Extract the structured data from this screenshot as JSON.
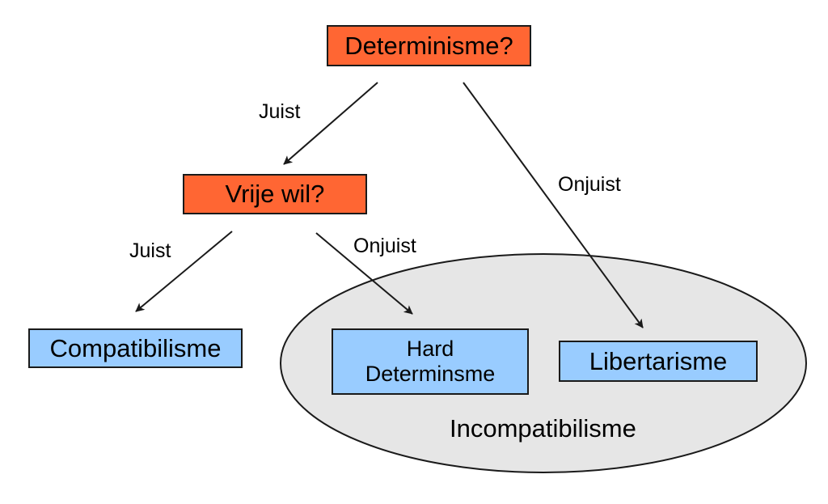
{
  "colors": {
    "question_fill": "#ff6633",
    "answer_fill": "#99ccff",
    "group_fill": "#e6e6e6",
    "stroke": "#1a1a1a"
  },
  "nodes": {
    "determinisme": "Determinisme?",
    "vrije_wil": "Vrije wil?",
    "compatibilisme": "Compatibilisme",
    "hard_determinisme_line1": "Hard",
    "hard_determinisme_line2": "Determinsme",
    "libertarisme": "Libertarisme"
  },
  "edges": {
    "determinisme_to_vrije_wil": "Juist",
    "determinisme_to_libertarisme": "Onjuist",
    "vrije_wil_to_compatibilisme": "Juist",
    "vrije_wil_to_hard_determinisme": "Onjuist"
  },
  "group": {
    "incompatibilisme": "Incompatibilisme"
  }
}
